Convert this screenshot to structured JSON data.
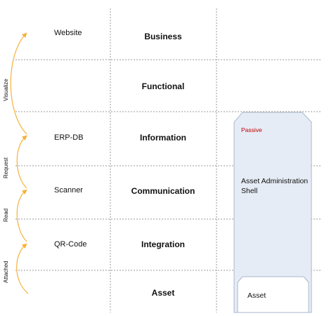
{
  "side_labels": [
    "Visualize",
    "Request",
    "Read",
    "Attached"
  ],
  "left_items": [
    "Website",
    "ERP-DB",
    "Scanner",
    "QR-Code"
  ],
  "layers": [
    "Business",
    "Functional",
    "Information",
    "Communication",
    "Integration",
    "Asset"
  ],
  "aas": {
    "status_label": "Passive",
    "name": "Asset Administration Shell",
    "asset_label": "Asset"
  },
  "colors": {
    "arrow": "#f5b23a",
    "grid_line": "#9a9a9a",
    "shell_fill": "#e6ecf5",
    "shell_border": "#a9b8cc",
    "passive_text": "#c00000"
  }
}
